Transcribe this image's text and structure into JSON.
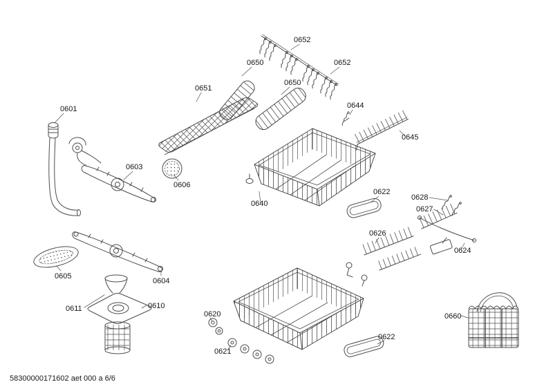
{
  "page": {
    "background": "#ffffff",
    "line_color": "#4a4a4a",
    "text_color": "#161616",
    "kind": "exploded-parts-diagram"
  },
  "footer": {
    "text": "58300000171602 aet 000 a 6/6"
  },
  "part_labels": [
    {
      "part": "0601"
    },
    {
      "part": "0603"
    },
    {
      "part": "0606"
    },
    {
      "part": "0605"
    },
    {
      "part": "0604"
    },
    {
      "part": "0611"
    },
    {
      "part": "0610"
    },
    {
      "part": "0651"
    },
    {
      "part": "0650"
    },
    {
      "part": "0650"
    },
    {
      "part": "0652"
    },
    {
      "part": "0652"
    },
    {
      "part": "0644"
    },
    {
      "part": "0645"
    },
    {
      "part": "0640"
    },
    {
      "part": "0622"
    },
    {
      "part": "0628"
    },
    {
      "part": "0627"
    },
    {
      "part": "0626"
    },
    {
      "part": "0624"
    },
    {
      "part": "0620"
    },
    {
      "part": "0621"
    },
    {
      "part": "0622"
    },
    {
      "part": "0660"
    }
  ]
}
